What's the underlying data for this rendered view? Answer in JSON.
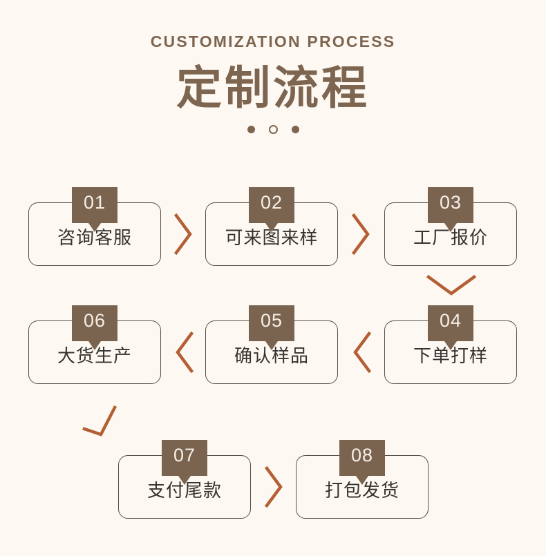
{
  "header": {
    "eyebrow": "CUSTOMIZATION PROCESS",
    "title": "定制流程",
    "dots": [
      "filled",
      "hollow",
      "filled"
    ]
  },
  "theme": {
    "background": "#fdf8f2",
    "brand_brown": "#7d6550",
    "badge_brown": "#7a6450",
    "arrow_orange": "#b35f33",
    "card_border": "#55504a",
    "card_text": "#363430",
    "badge_text": "#f6efe7"
  },
  "flow": {
    "steps": [
      {
        "number": "01",
        "label": "咨询客服"
      },
      {
        "number": "02",
        "label": "可来图来样"
      },
      {
        "number": "03",
        "label": "工厂报价"
      },
      {
        "number": "04",
        "label": "下单打样"
      },
      {
        "number": "05",
        "label": "确认样品"
      },
      {
        "number": "06",
        "label": "大货生产"
      },
      {
        "number": "07",
        "label": "支付尾款"
      },
      {
        "number": "08",
        "label": "打包发货"
      }
    ],
    "connectors": [
      {
        "name": "chevron-right-01-02",
        "direction": "right"
      },
      {
        "name": "chevron-right-02-03",
        "direction": "right"
      },
      {
        "name": "chevron-down-03-04",
        "direction": "down"
      },
      {
        "name": "chevron-left-04-05",
        "direction": "left"
      },
      {
        "name": "chevron-left-05-06",
        "direction": "left"
      },
      {
        "name": "check-down-06-07",
        "direction": "down-check"
      },
      {
        "name": "chevron-right-07-08",
        "direction": "right"
      }
    ]
  }
}
